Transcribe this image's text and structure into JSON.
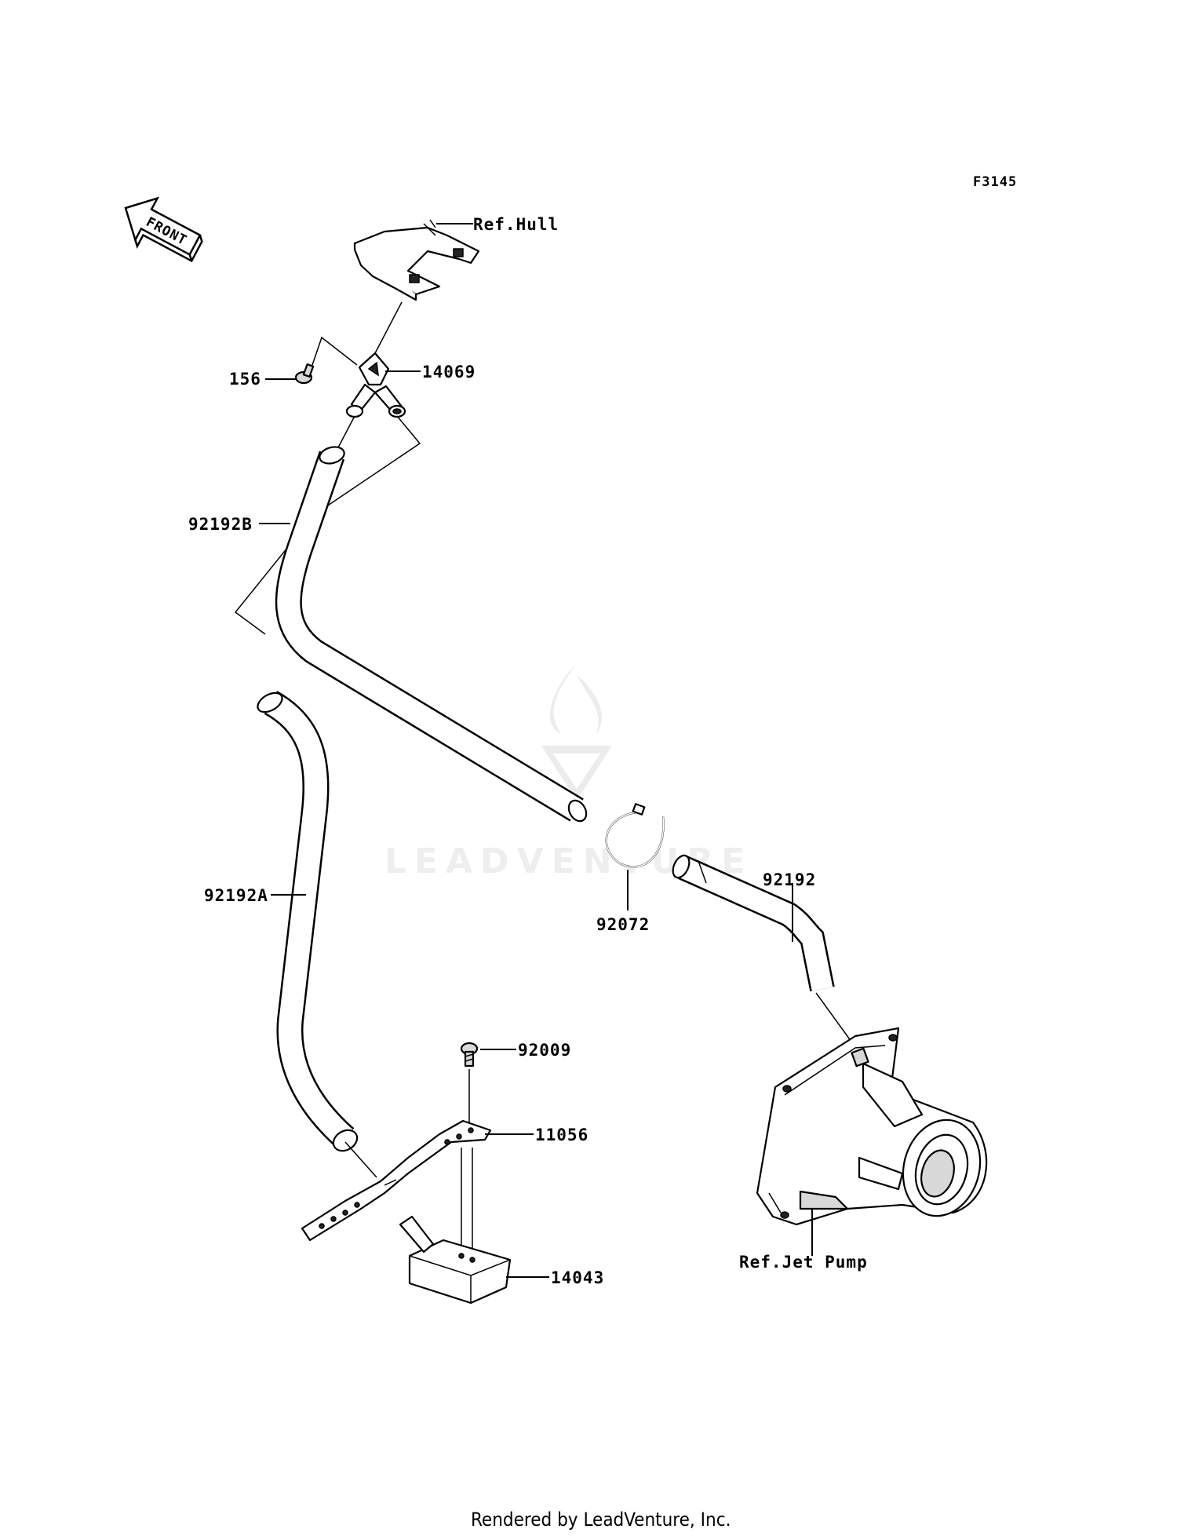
{
  "diagram_code": "F3145",
  "front_arrow_text": "FRONT",
  "watermark_text": "LEADVENTURE",
  "footer_text": "Rendered by LeadVenture, Inc.",
  "callouts": {
    "ref_hull": "Ref.Hull",
    "p14069": "14069",
    "p156": "156",
    "p92192B": "92192B",
    "p92192A": "92192A",
    "p92072": "92072",
    "p92192": "92192",
    "p92009": "92009",
    "p11056": "11056",
    "p14043": "14043",
    "ref_jet_pump": "Ref.Jet Pump"
  }
}
